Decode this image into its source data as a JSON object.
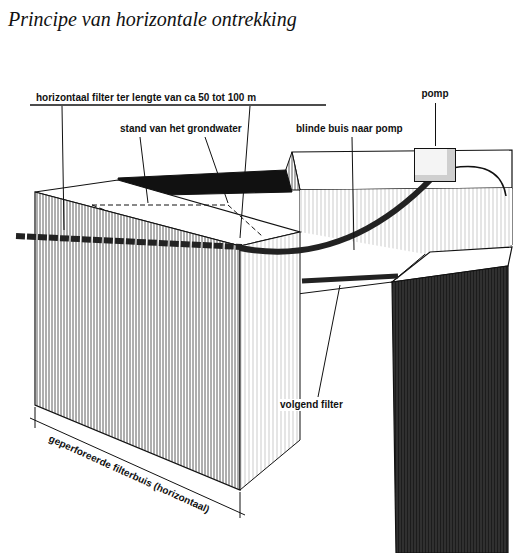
{
  "diagram": {
    "title": "Principe van horizontale ontrekking",
    "nodes": [
      {
        "text": [
          "pomp"
        ]
      }
    ],
    "labels": [
      "horizontaal filter ter lengte van ca 50 tot 100 m",
      "stand van het grondwater",
      "blinde buis naar pomp",
      "volgend filter",
      "geperforeerde filterbuis (horizontaal)"
    ]
  }
}
